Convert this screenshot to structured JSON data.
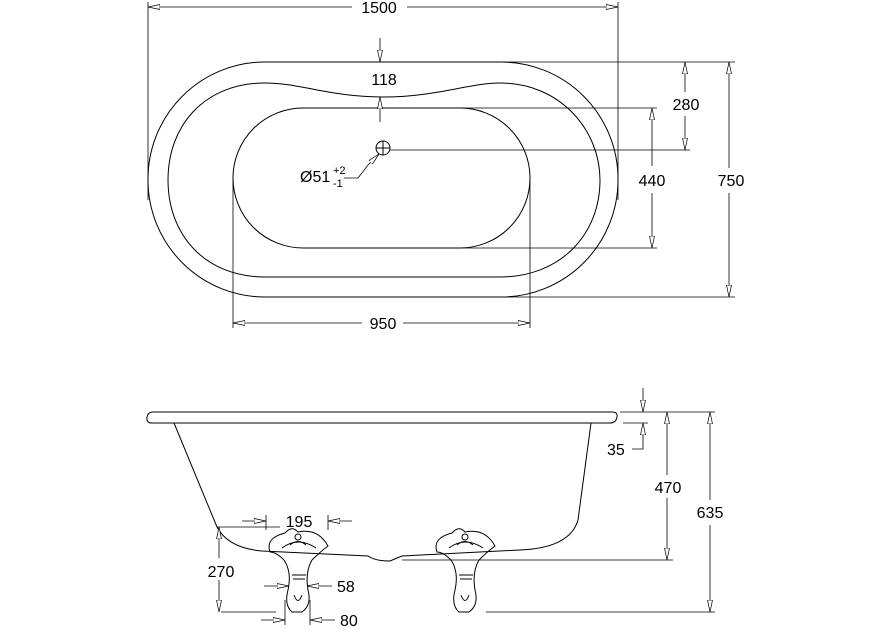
{
  "title": "Freestanding bath dimension drawing",
  "top_view": {
    "overall_length": "1500",
    "rim_width": "118",
    "waste_offset": "280",
    "inner_width": "440",
    "overall_width": "750",
    "inner_length": "950",
    "waste_diameter": "Ø51",
    "waste_tol_plus": "+2",
    "waste_tol_minus": "-1"
  },
  "side_view": {
    "rim_thickness": "35",
    "body_height": "470",
    "overall_height": "635",
    "foot_spacing": "195",
    "foot_height": "270",
    "foot_width_narrow": "58",
    "foot_width_base": "80"
  }
}
